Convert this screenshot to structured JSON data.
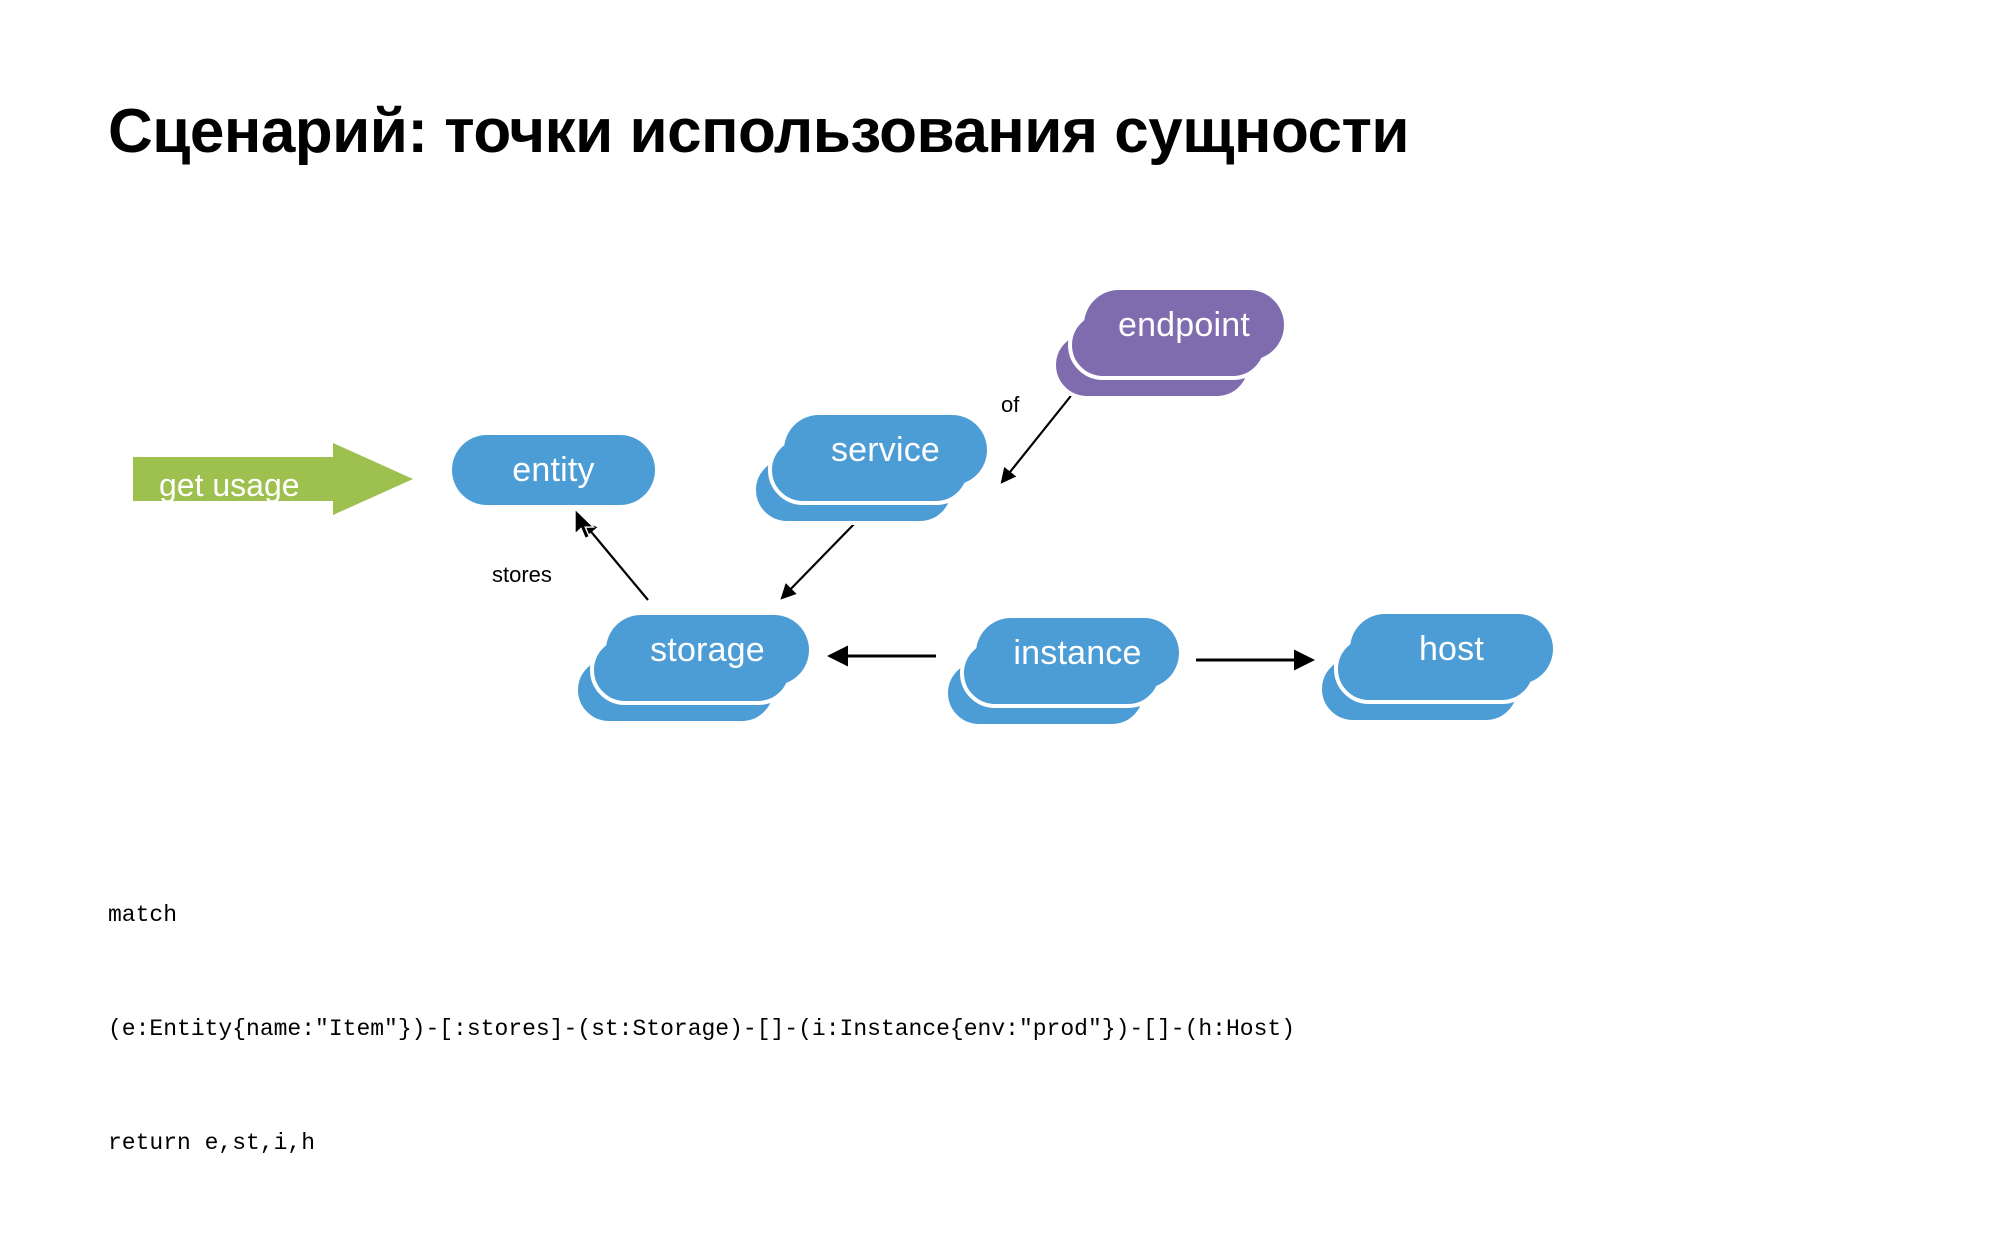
{
  "slide": {
    "title": "Сценарий: точки использования сущности",
    "background": "#ffffff"
  },
  "colors": {
    "node_blue": "#4C9CD6",
    "node_purple": "#7E6CAE",
    "arrow_green": "#9DC04F",
    "edge_black": "#000000",
    "node_text": "#ffffff",
    "title_text": "#000000"
  },
  "call_to_action": {
    "label": "get usage",
    "shape": "right-arrow",
    "color": "#9DC04F"
  },
  "graph": {
    "nodes": [
      {
        "id": "entity",
        "label": "entity",
        "color": "#4C9CD6",
        "stacked": false
      },
      {
        "id": "service",
        "label": "service",
        "color": "#4C9CD6",
        "stacked": true
      },
      {
        "id": "endpoint",
        "label": "endpoint",
        "color": "#7E6CAE",
        "stacked": true
      },
      {
        "id": "storage",
        "label": "storage",
        "color": "#4C9CD6",
        "stacked": true
      },
      {
        "id": "instance",
        "label": "instance",
        "color": "#4C9CD6",
        "stacked": true
      },
      {
        "id": "host",
        "label": "host",
        "color": "#4C9CD6",
        "stacked": true
      }
    ],
    "edges": [
      {
        "from": "endpoint",
        "to": "service",
        "label": "of"
      },
      {
        "from": "service",
        "to": "storage",
        "label": ""
      },
      {
        "from": "storage",
        "to": "entity",
        "label": "stores"
      },
      {
        "from": "instance",
        "to": "storage",
        "label": ""
      },
      {
        "from": "instance",
        "to": "host",
        "label": ""
      }
    ],
    "edge_labels": {
      "of": "of",
      "stores": "stores"
    }
  },
  "code": {
    "language": "cypher",
    "lines": [
      "match",
      "(e:Entity{name:\"Item\"})-[:stores]-(st:Storage)-[]-(i:Instance{env:\"prod\"})-[]-(h:Host)",
      "return e,st,i,h"
    ]
  }
}
